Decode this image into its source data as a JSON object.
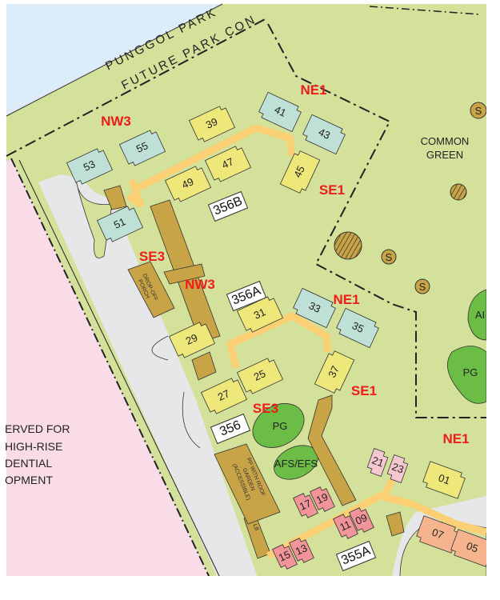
{
  "map": {
    "park_labels": [
      "PUNGGOL PARK",
      "FUTURE PARK CON"
    ],
    "common_green": [
      "COMMON",
      "GREEN"
    ],
    "reserved_text": [
      "ERVED FOR",
      "HIGH-RISE",
      "DENTIAL",
      "OPMENT"
    ],
    "zones": [
      "NW3",
      "NE1",
      "SE1",
      "SE3",
      "NW3",
      "NE1",
      "SE1",
      "SE3",
      "NE1"
    ],
    "block_groups": [
      "356B",
      "356A",
      "356",
      "355A"
    ],
    "blocks": [
      {
        "num": "53",
        "type": "blue"
      },
      {
        "num": "55",
        "type": "blue"
      },
      {
        "num": "51",
        "type": "blue"
      },
      {
        "num": "39",
        "type": "yellow"
      },
      {
        "num": "49",
        "type": "yellow"
      },
      {
        "num": "47",
        "type": "yellow"
      },
      {
        "num": "41",
        "type": "blue"
      },
      {
        "num": "43",
        "type": "blue"
      },
      {
        "num": "45",
        "type": "yellow"
      },
      {
        "num": "33",
        "type": "blue"
      },
      {
        "num": "35",
        "type": "blue"
      },
      {
        "num": "31",
        "type": "yellow"
      },
      {
        "num": "29",
        "type": "yellow"
      },
      {
        "num": "25",
        "type": "yellow"
      },
      {
        "num": "27",
        "type": "yellow"
      },
      {
        "num": "37",
        "type": "yellow"
      },
      {
        "num": "21",
        "type": "lightpink"
      },
      {
        "num": "23",
        "type": "lightpink"
      },
      {
        "num": "17",
        "type": "pink"
      },
      {
        "num": "19",
        "type": "pink"
      },
      {
        "num": "11",
        "type": "pink"
      },
      {
        "num": "09",
        "type": "pink"
      },
      {
        "num": "15",
        "type": "pink"
      },
      {
        "num": "13",
        "type": "pink"
      },
      {
        "num": "01",
        "type": "yellow"
      },
      {
        "num": "07",
        "type": "salmon"
      },
      {
        "num": "05",
        "type": "salmon"
      }
    ],
    "facilities": {
      "drop_off": [
        "DROP-OFF",
        "PORCH"
      ],
      "pp_garden": [
        "PP WITH ROOF",
        "GARDEN",
        "(ACCESSIBLE)"
      ],
      "pg1": "PG",
      "pg2": "PG",
      "afs": "AFS/EFS",
      "ai": "AI",
      "lb": "LB",
      "s_markers": [
        "S",
        "S",
        "S"
      ]
    },
    "colors": {
      "blue": "#bfe0d6",
      "yellow": "#eee77a",
      "pink": "#f2949a",
      "lightpink": "#f5c8d0",
      "salmon": "#f6b48e",
      "grass": "#d3e19a",
      "sky": "#dcecf8",
      "reserved": "#fadce8",
      "road": "#e6e7e8",
      "walkway": "#fbd074",
      "deck": "#c9a446",
      "playground": "#6cbd45",
      "zone_label": "#ee1c1c"
    }
  }
}
